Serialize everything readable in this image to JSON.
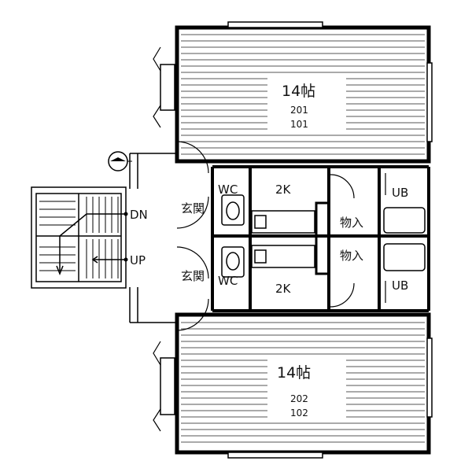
{
  "rooms": {
    "upper_main": {
      "size": "14帖",
      "unit_a": "201",
      "unit_b": "101"
    },
    "lower_main": {
      "size": "14帖",
      "unit_a": "202",
      "unit_b": "102"
    },
    "upper_wc": "WC",
    "lower_wc": "WC",
    "upper_kitchen": "2K",
    "lower_kitchen": "2K",
    "upper_bath": "UB",
    "lower_bath": "UB",
    "upper_storage": "物入",
    "lower_storage": "物入",
    "upper_entrance": "玄関",
    "lower_entrance": "玄関"
  },
  "stairs": {
    "down_label": "DN",
    "up_label": "UP"
  },
  "icons": {
    "compass": "north-arrow-icon"
  }
}
